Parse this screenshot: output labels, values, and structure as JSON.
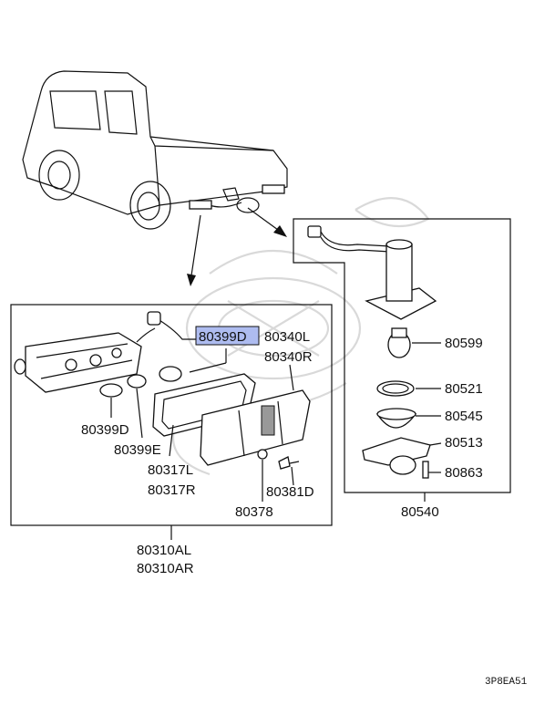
{
  "diagram_code": "3P8EA51",
  "labels": {
    "p80399D_hl": "80399D",
    "p80340L": "80340L",
    "p80340R": "80340R",
    "p80399D": "80399D",
    "p80399E": "80399E",
    "p80317L": "80317L",
    "p80317R": "80317R",
    "p80381D": "80381D",
    "p80378": "80378",
    "p80310AL": "80310AL",
    "p80310AR": "80310AR",
    "p80599": "80599",
    "p80521": "80521",
    "p80545": "80545",
    "p80513": "80513",
    "p80863": "80863",
    "p80540": "80540"
  },
  "colors": {
    "highlight": "#aebcf0",
    "line": "#111111",
    "watermark": "#d9d9d9"
  }
}
